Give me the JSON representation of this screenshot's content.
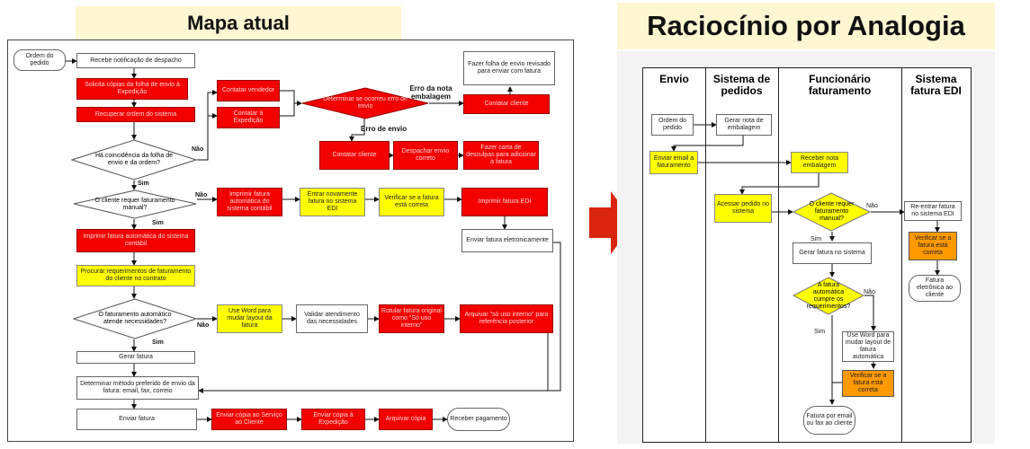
{
  "titles": {
    "left": "Mapa atual",
    "right": "Raciocínio por Analogia"
  },
  "left": {
    "ordem_pedido": "Ordem do pedido",
    "recebe_notificacao": "Recebe notificação de despacho",
    "solicita_copias": "Solicita cópias da folha de envio à Expedição",
    "recuperar_ordem": "Recuperar ordem do sistema",
    "coincidencia": "Há coincidência da folha de envio e da ordem?",
    "nao1": "Não",
    "sim1": "Sim",
    "contatar_vendedor": "Contatar vendedor",
    "contatar_expedicao": "Contatar à Expedição",
    "determinar_erro": "Determinar se ocorreu erro de envio",
    "erro_nota": "Erro da nota embalagem",
    "erro_envio": "Erro de envio",
    "fazer_folha": "Fazer folha de envio revisado para enviar com fatura",
    "contatar_cliente_top": "Contatar cliente",
    "contatar_cliente": "Contatar cliente",
    "despachar_envio": "Despachar envio correto",
    "fazer_carta": "Fazer carta de desculpas para adicionar à fatura",
    "cliente_requer": "O cliente requer faturamento manual?",
    "nao2": "Não",
    "sim2": "Sim",
    "imprimir_fatura_auto": "Imprimir fatura automática do sistema contábil",
    "entrar_novamente": "Entrar novamente fatura no sistema EDI",
    "verificar_fatura": "Verificar se a fatura está correta",
    "imprimir_edi": "Imprimir fatura EDI",
    "enviar_eletronicamente": "Enviar fatura eletronicamente",
    "imprimir_fatura_auto2": "Imprimir fatura automática do sistema contábil",
    "procurar_req": "Procurar requerimentos de faturamento do cliente no contrato",
    "faturamento_auto": "O faturamento automático atende necessidades?",
    "nao3": "Não",
    "sim3": "Sim",
    "use_word": "Use Word para mudar layout da fatura",
    "validar": "Validar atendimento das necessidades",
    "rotular": "Rotular fatura original como \"Só uso interno\"",
    "arquivar_uso": "Arquivar \"só uso interno\" para referência posterior",
    "gerar_fatura": "Gerar fatura",
    "determinar_metodo": "Determinar método preferido de envio da fatura: email, fax, correio",
    "enviar_fatura": "Enviar fatura",
    "enviar_copia_servico": "Enviar cópia ao Serviço ao Cliente",
    "enviar_copia_exped": "Enviar cópia à Expedição",
    "arquivar_copia": "Arquivar cópia",
    "receber_pagamento": "Receber pagamento"
  },
  "right": {
    "lanes": [
      "Envio",
      "Sistema de pedidos",
      "Funcionário faturamento",
      "Sistema fatura EDI"
    ],
    "ordem_pedido": "Ordem do pedido",
    "gerar_nota": "Gerar nota de embalagem",
    "enviar_email": "Enviar email a faturamento",
    "receber_nota": "Receber nota embalagem",
    "acessar_pedido": "Acessar pedido no sistema",
    "cliente_requer": "O cliente requer faturamento manual?",
    "nao1": "Não",
    "sim1": "Sim",
    "reentrar": "Re-entrar fatura no sistema EDI",
    "verificar_edi": "Verificar se a fatura está correta",
    "fatura_eletronica": "Fatura eletrônica ao cliente",
    "gerar_fatura": "Gerar fatura no sistema",
    "fatura_auto": "A fatura automática cumpre os requerimentos?",
    "nao2": "Não",
    "sim2": "Sim",
    "use_word": "Use Word para mudar layout de fatura automática",
    "verificar": "Verificar se a fatura está correta",
    "fatura_email": "Fatura por email ou fax ao cliente"
  },
  "colors": {
    "red": "#f20000",
    "yellow": "#ffff00",
    "orange": "#ff9900",
    "arrow": "#d8260e",
    "title_bg": "#fff6d2"
  }
}
